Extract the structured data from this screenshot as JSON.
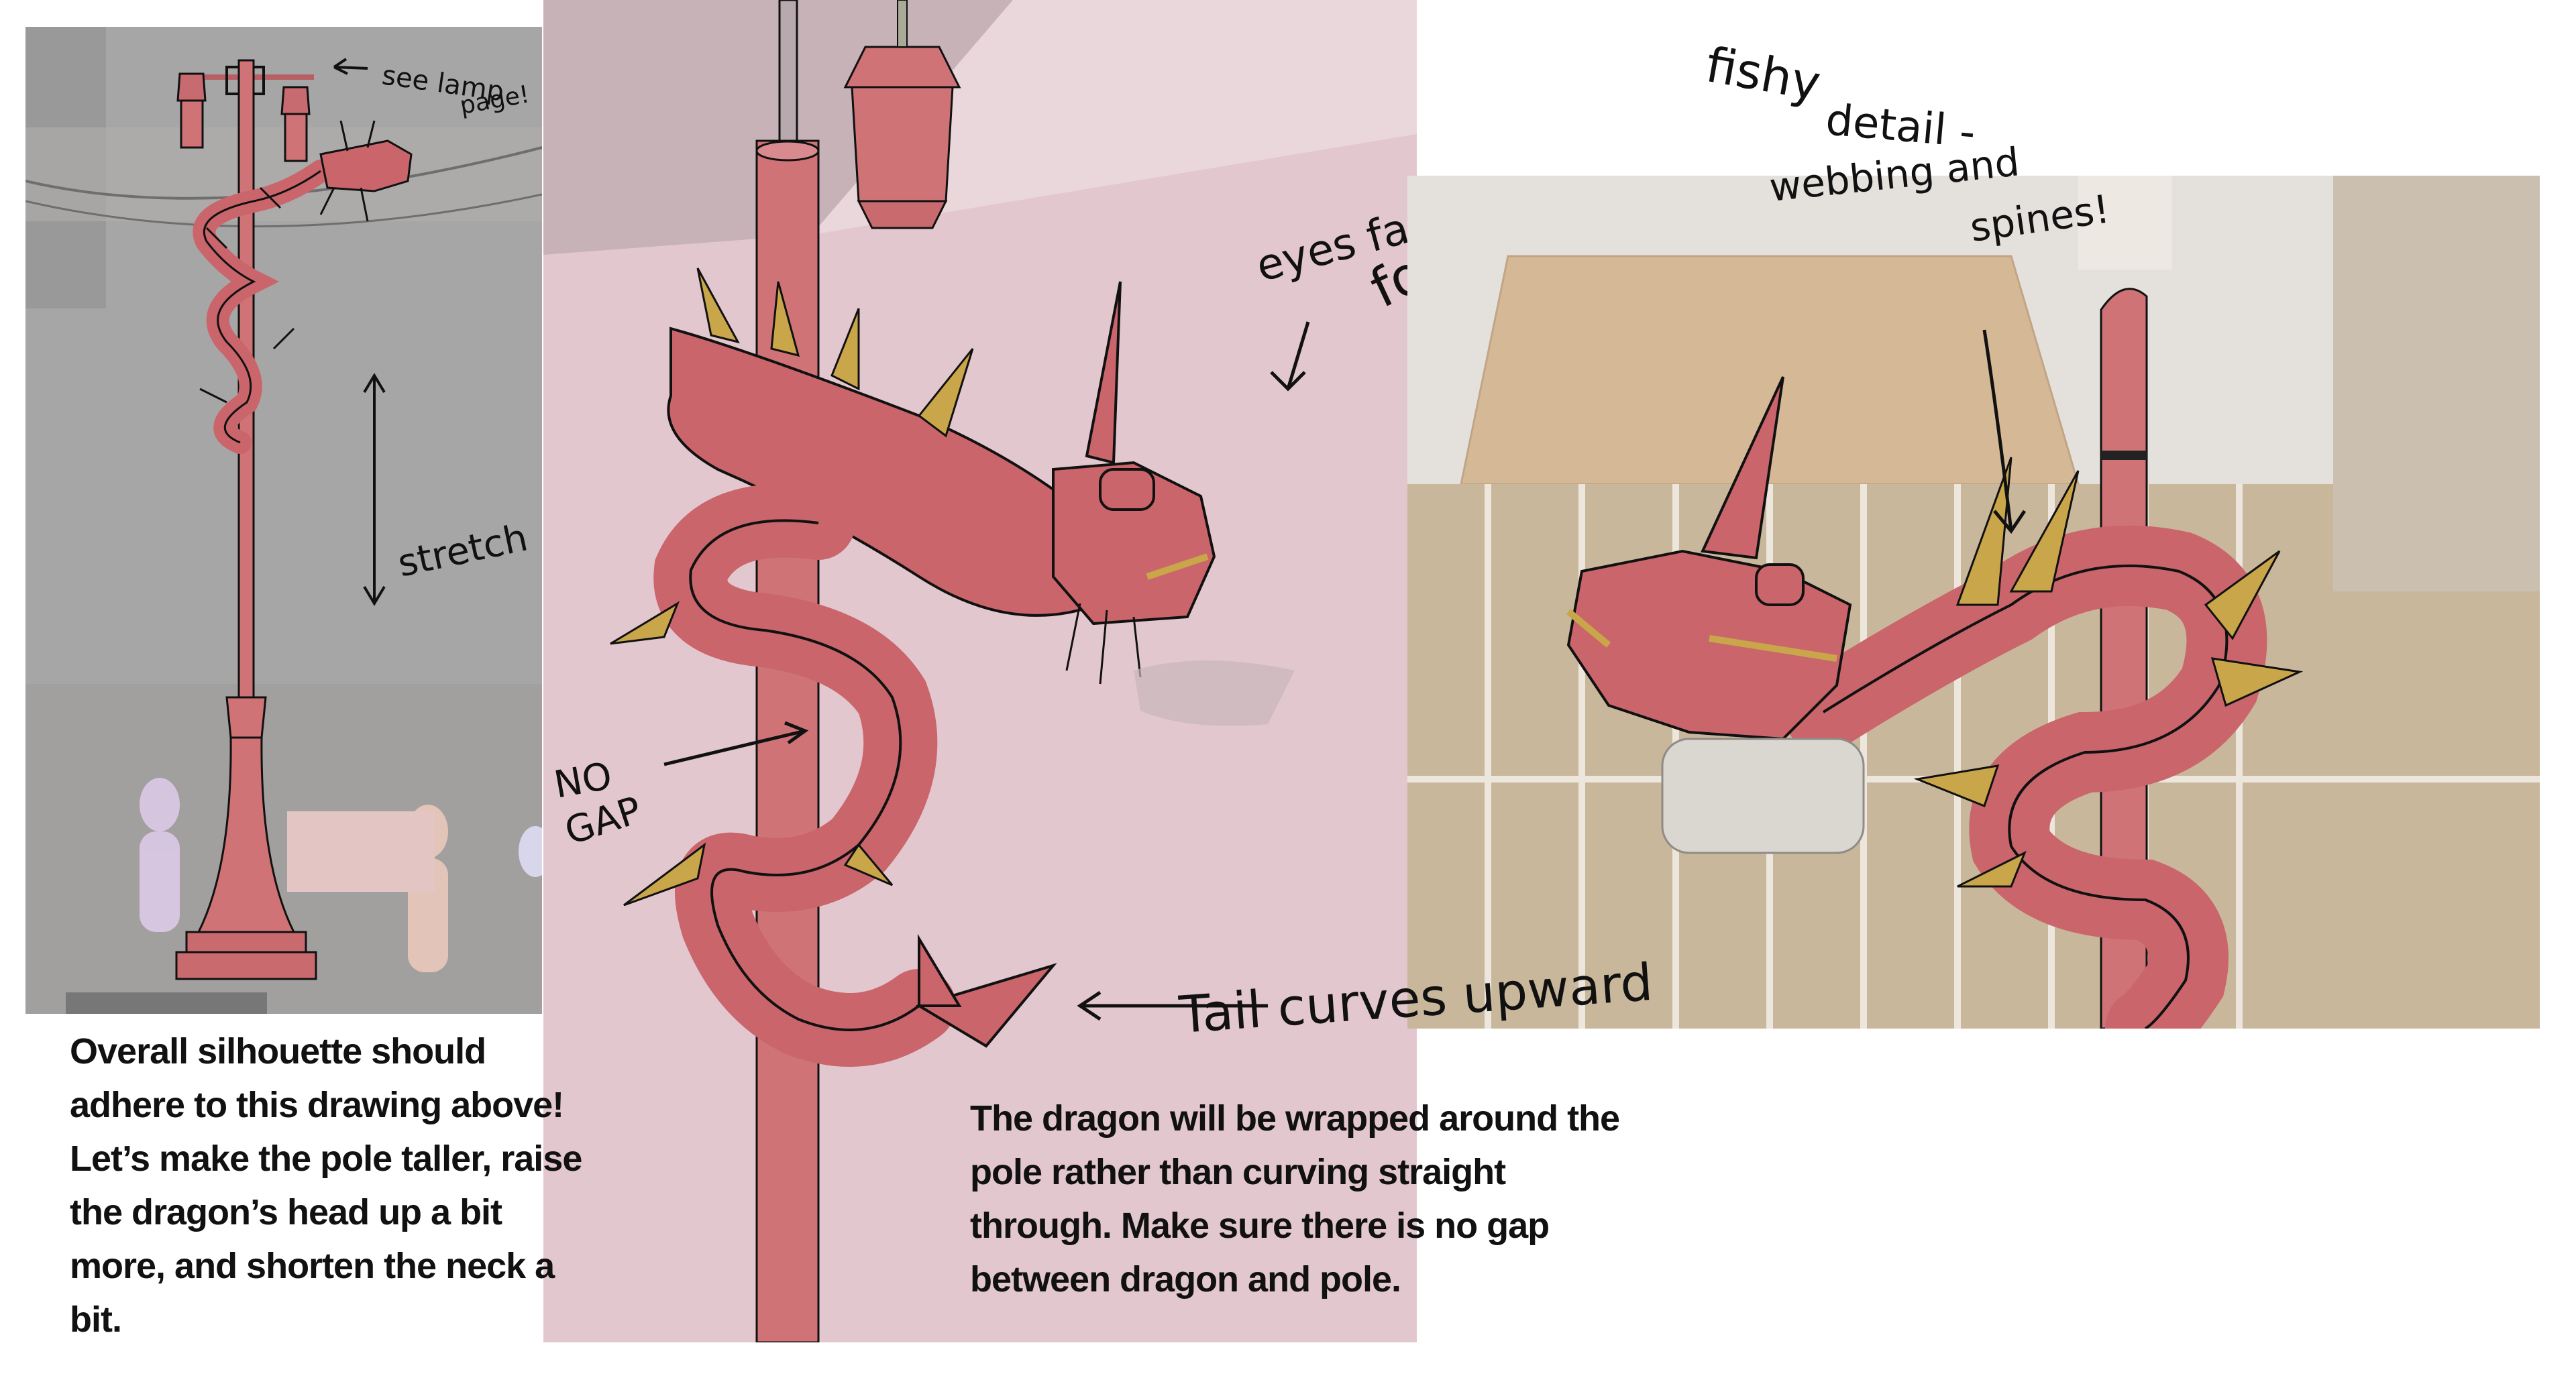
{
  "notes": {
    "left": "Overall silhouette should adhere to this drawing above! Let’s make the pole taller, raise the dragon’s head up a bit more, and shorten the neck a bit.",
    "middle": "The dragon will be wrapped around the pole rather than curving straight through. Make sure there is no gap between dragon and pole."
  },
  "annotations": {
    "see_lamp_1": "see lamp",
    "see_lamp_2": "page!",
    "stretch": "stretch",
    "eyes_1": "eyes face",
    "eyes_2": "forward",
    "no_gap_1": "NO",
    "no_gap_2": "GAP",
    "tail": "Tail curves upward",
    "fishy_1": "fishy",
    "fishy_2": "detail -",
    "fishy_3": "webbing and",
    "fishy_4": "spines!"
  },
  "colors": {
    "pole": "#cf7377",
    "dragon": "#c9656b",
    "fins": "#c9a64a",
    "ink": "#111111"
  }
}
